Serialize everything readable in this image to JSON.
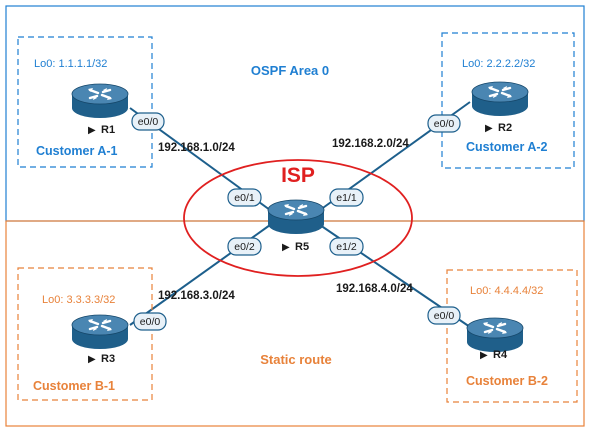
{
  "colors": {
    "area_blue": "#1f7fd2",
    "area_orange": "#e8823a",
    "isp_red": "#e02020",
    "router_fill": "#1f5f8a",
    "link": "#1d5f8c",
    "iface_fill": "#e8f1f8"
  },
  "areas": {
    "ospf": "OSPF Area 0",
    "static": "Static route"
  },
  "isp": {
    "label": "ISP"
  },
  "routers": {
    "r1": {
      "name": "R1",
      "loopback": "Lo0: 1.1.1.1/32",
      "customer": "Customer A-1"
    },
    "r2": {
      "name": "R2",
      "loopback": "Lo0: 2.2.2.2/32",
      "customer": "Customer A-2"
    },
    "r3": {
      "name": "R3",
      "loopback": "Lo0: 3.3.3.3/32",
      "customer": "Customer B-1"
    },
    "r4": {
      "name": "R4",
      "loopback": "Lo0: 4.4.4.4/32",
      "customer": "Customer B-2"
    },
    "r5": {
      "name": "R5"
    }
  },
  "links": {
    "l1": {
      "subnet": "192.168.1.0/24",
      "if_a": "e0/0",
      "if_b": "e0/1"
    },
    "l2": {
      "subnet": "192.168.2.0/24",
      "if_a": "e0/0",
      "if_b": "e1/1"
    },
    "l3": {
      "subnet": "192.168.3.0/24",
      "if_a": "e0/0",
      "if_b": "e0/2"
    },
    "l4": {
      "subnet": "192.168.4.0/24",
      "if_a": "e0/0",
      "if_b": "e1/2"
    }
  }
}
